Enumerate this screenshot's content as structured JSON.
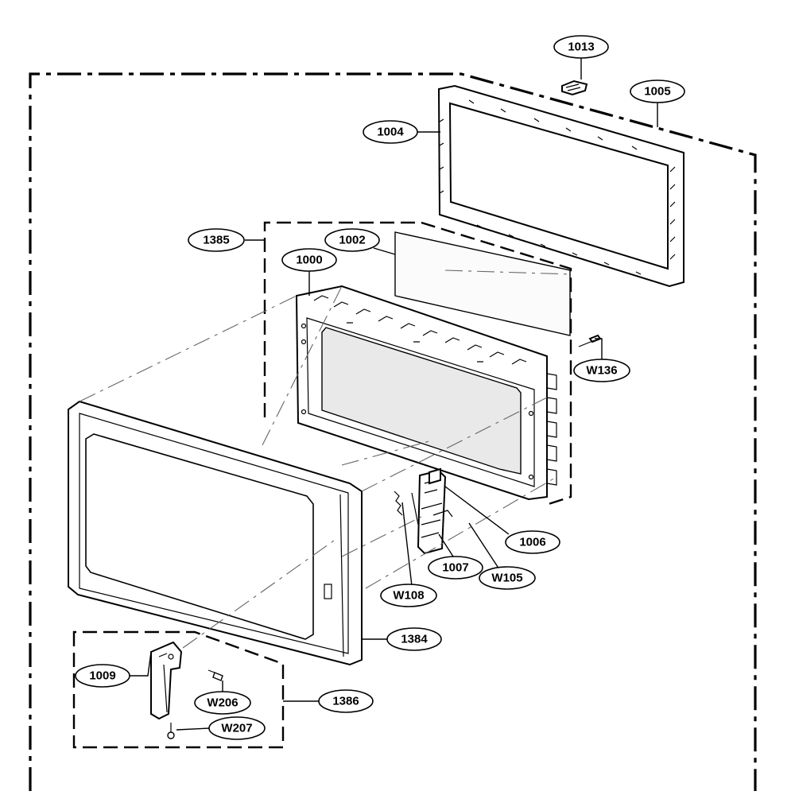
{
  "callouts": {
    "c1013": "1013",
    "c1005": "1005",
    "c1004": "1004",
    "c1385": "1385",
    "c1002": "1002",
    "c1000": "1000",
    "cW136": "W136",
    "c1006": "1006",
    "c1007": "1007",
    "cW105": "W105",
    "cW108": "W108",
    "c1384": "1384",
    "c1009": "1009",
    "cW206": "W206",
    "c1386": "1386",
    "cW207": "W207"
  }
}
